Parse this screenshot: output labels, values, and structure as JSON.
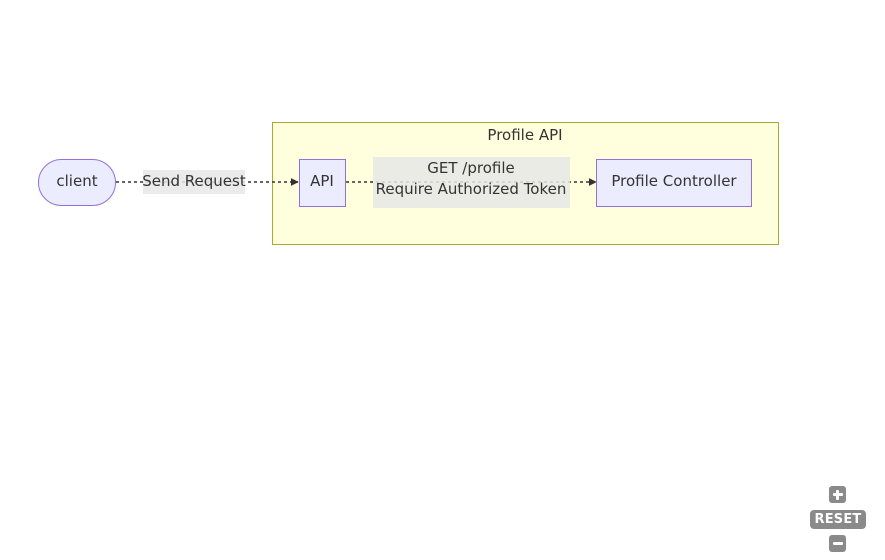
{
  "diagram": {
    "subgraph": {
      "title": "Profile API"
    },
    "nodes": {
      "client": "client",
      "api": "API",
      "controller": "Profile Controller"
    },
    "edges": {
      "client_to_api": "Send Request",
      "api_to_controller_line1": "GET /profile",
      "api_to_controller_line2": "Require Authorized Token"
    }
  },
  "controls": {
    "reset_label": "RESET",
    "zoom_in_icon": "plus-icon",
    "zoom_out_icon": "minus-icon"
  },
  "colors": {
    "node_fill": "#ececff",
    "node_stroke": "#9370db",
    "cluster_fill": "#ffffde",
    "cluster_stroke": "#aaaa33",
    "edge_label_bg": "#e8e8e8",
    "edge_stroke": "#333333",
    "control_gray": "#8a8a8a"
  }
}
